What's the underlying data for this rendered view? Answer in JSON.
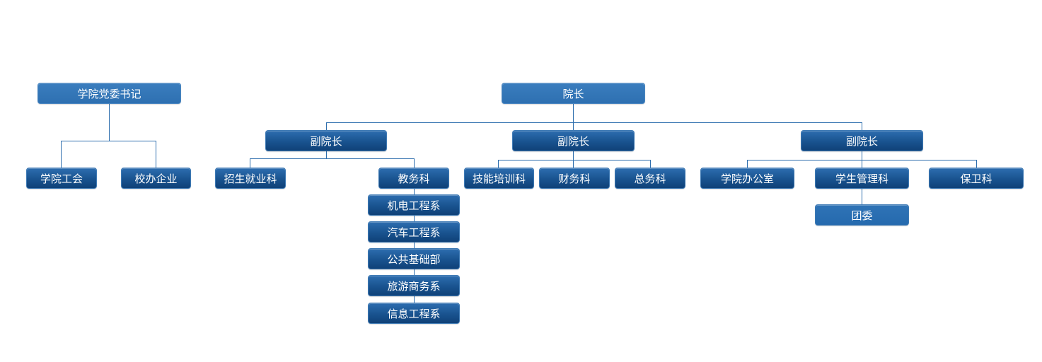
{
  "diagram": {
    "party_secretary": "学院党委书记",
    "party_children": [
      "学院工会",
      "校办企业"
    ],
    "president": "院长",
    "vice_presidents": [
      {
        "label": "副院长",
        "departments": [
          "招生就业科",
          "教务科"
        ],
        "academic_units": [
          "机电工程系",
          "汽车工程系",
          "公共基础部",
          "旅游商务系",
          "信息工程系"
        ]
      },
      {
        "label": "副院长",
        "departments": [
          "技能培训科",
          "财务科",
          "总务科"
        ]
      },
      {
        "label": "副院长",
        "departments": [
          "学院办公室",
          "学生管理科",
          "保卫科"
        ],
        "sub_units": [
          "团委"
        ]
      }
    ]
  },
  "colors": {
    "node_top": "#2e70b1",
    "node": "#19538f",
    "connector": "#2f6fae"
  }
}
